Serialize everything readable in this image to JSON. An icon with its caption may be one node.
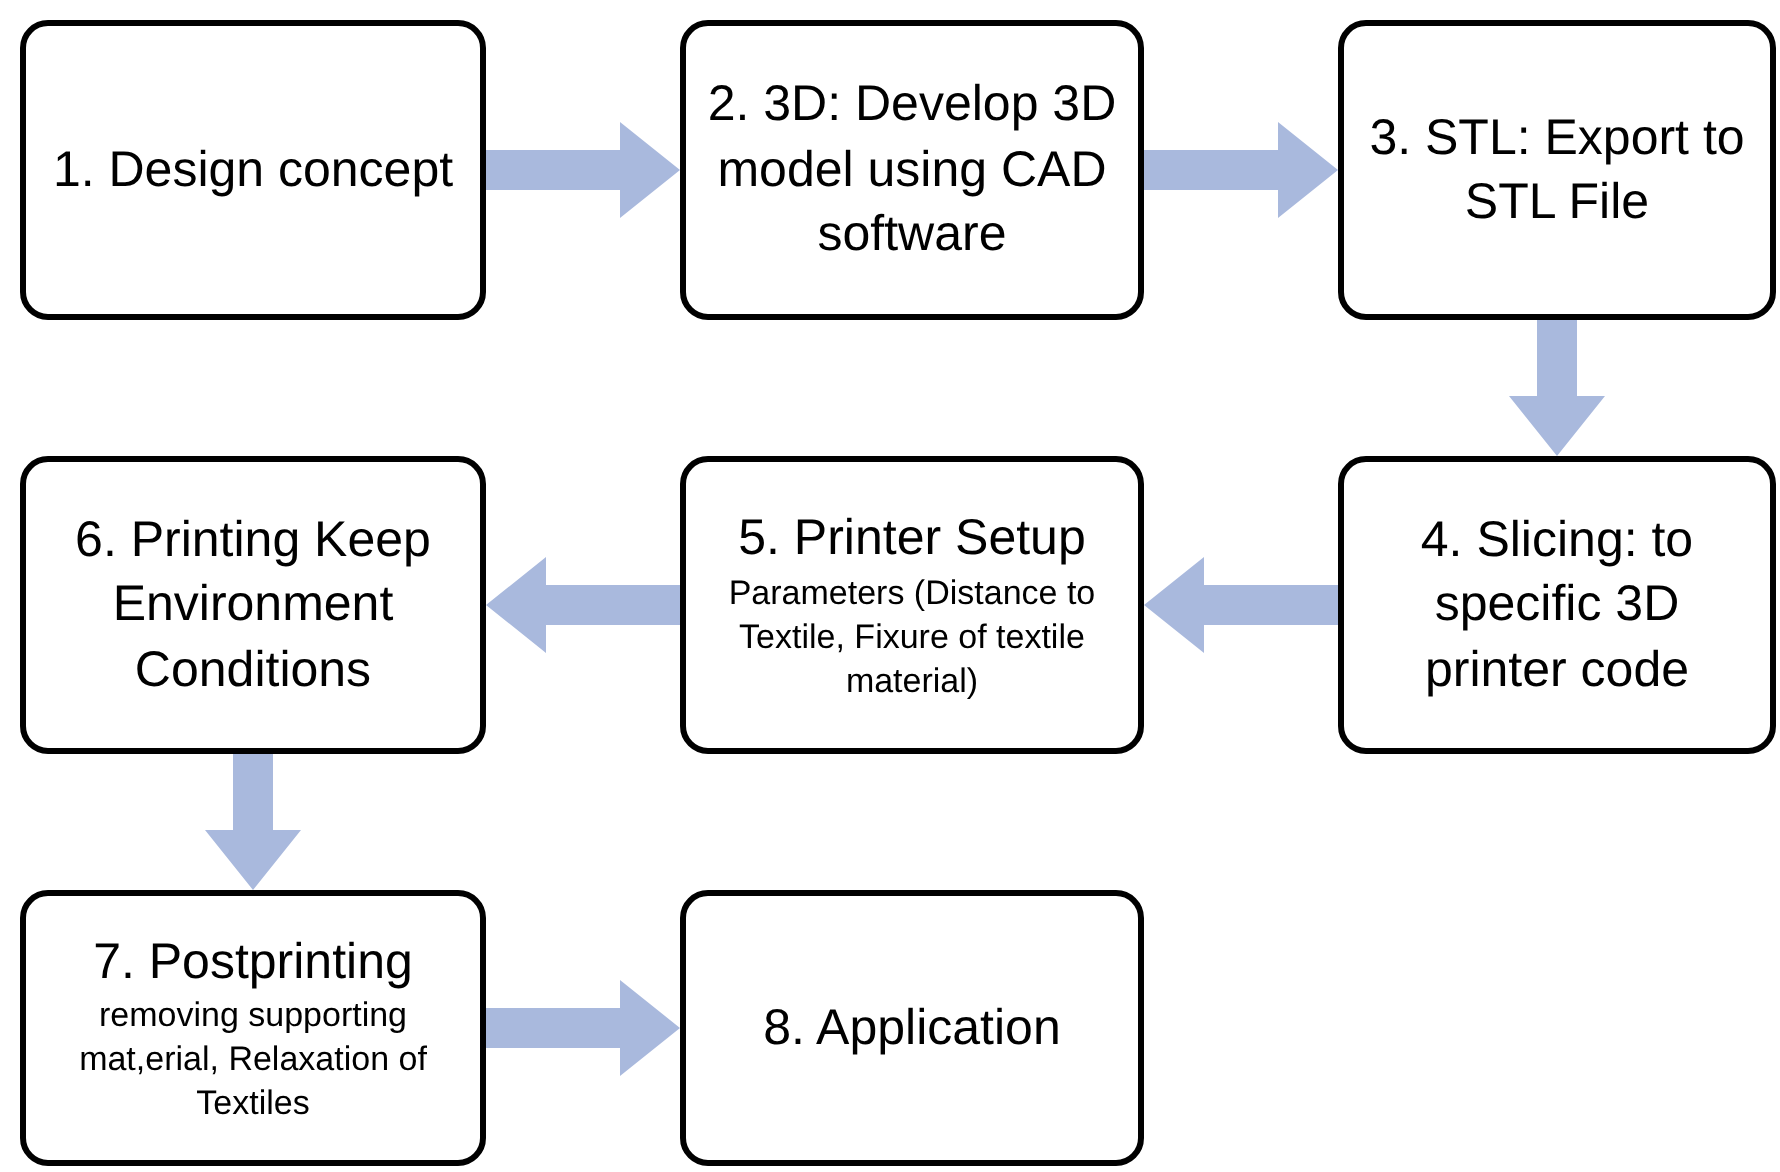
{
  "diagram": {
    "nodes": [
      {
        "text": [
          "1. Design concept"
        ]
      },
      {
        "text": [
          "2. 3D: Develop 3D model using CAD software"
        ]
      },
      {
        "text": [
          "3. STL: Export to STL File"
        ]
      },
      {
        "text": [
          "4. Slicing: to specific 3D printer code"
        ]
      },
      {
        "text": [
          "5. Printer Setup",
          "Parameters (Distance to Textile, Fixure of textile material)"
        ]
      },
      {
        "text": [
          "6. Printing Keep Environment Conditions"
        ]
      },
      {
        "text": [
          "7. Postprinting",
          "removing supporting mat,erial, Relaxation of Textiles"
        ]
      },
      {
        "text": [
          "8. Application"
        ]
      }
    ],
    "edges": [
      {
        "from": 0,
        "to": 1,
        "arrow": "to"
      },
      {
        "from": 1,
        "to": 2,
        "arrow": "to"
      },
      {
        "from": 2,
        "to": 3,
        "arrow": "to"
      },
      {
        "from": 3,
        "to": 4,
        "arrow": "to"
      },
      {
        "from": 4,
        "to": 5,
        "arrow": "to"
      },
      {
        "from": 5,
        "to": 6,
        "arrow": "to"
      },
      {
        "from": 6,
        "to": 7,
        "arrow": "to"
      }
    ]
  }
}
